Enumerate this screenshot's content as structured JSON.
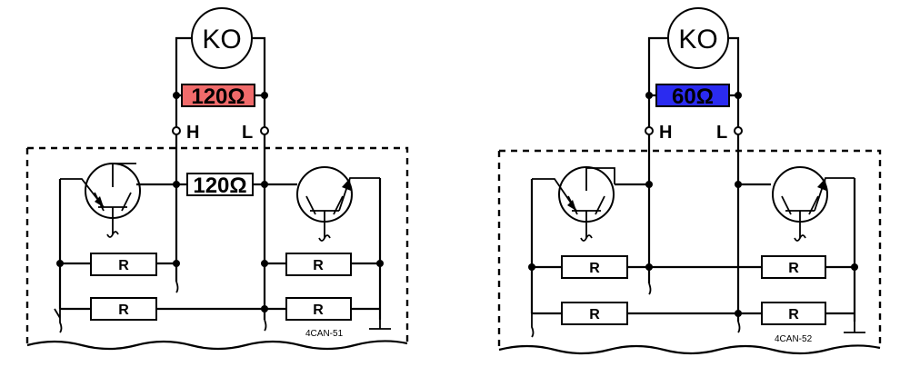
{
  "diagrams": [
    {
      "meter_label": "KO",
      "terminator_label": "120Ω",
      "terminator_color": "#f06b6b",
      "terminal_h": "H",
      "terminal_l": "L",
      "internal_terminator_label": "120Ω",
      "resistor_labels": [
        "R",
        "R",
        "R",
        "R"
      ],
      "figure_code": "4CAN-51"
    },
    {
      "meter_label": "KO",
      "terminator_label": "60Ω",
      "terminator_color": "#2b2bf0",
      "terminal_h": "H",
      "terminal_l": "L",
      "resistor_labels": [
        "R",
        "R",
        "R",
        "R"
      ],
      "figure_code": "4CAN-52"
    }
  ]
}
